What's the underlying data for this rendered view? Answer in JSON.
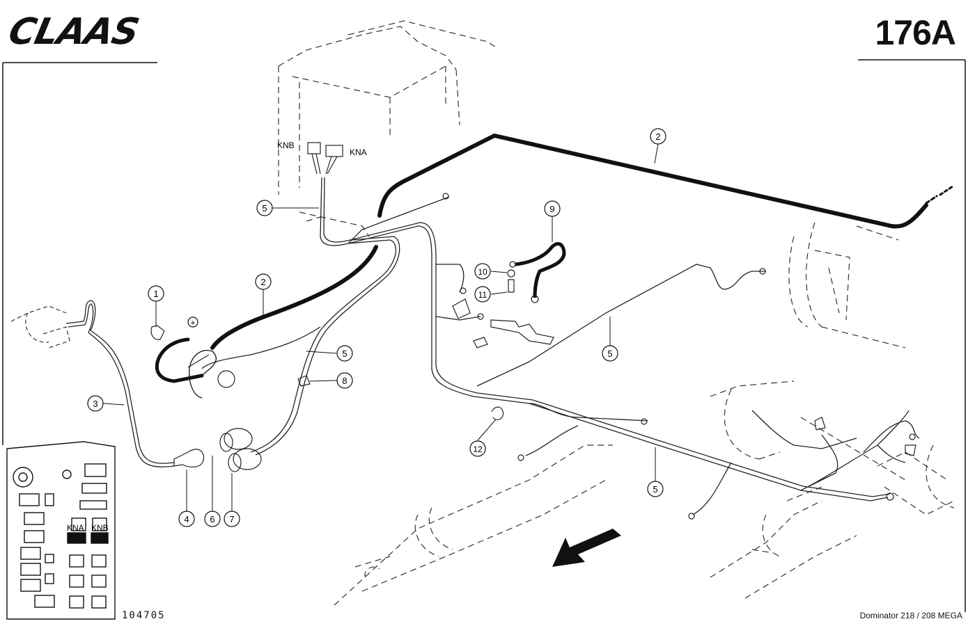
{
  "header": {
    "logo": "CLAAS",
    "plate_number": "176A"
  },
  "footer": {
    "drawing_number": "104705",
    "model": "Dominator 218 / 208 MEGA"
  },
  "labels": {
    "connector_b": "KNB",
    "connector_a": "KNA",
    "plus_symbol": "+",
    "fuse_box_a": "KNA",
    "fuse_box_b": "KNB"
  },
  "callouts": [
    {
      "id": "callout-1",
      "number": "1"
    },
    {
      "id": "callout-2-upper",
      "number": "2"
    },
    {
      "id": "callout-2-lower",
      "number": "2"
    },
    {
      "id": "callout-3",
      "number": "3"
    },
    {
      "id": "callout-4",
      "number": "4"
    },
    {
      "id": "callout-5-top",
      "number": "5"
    },
    {
      "id": "callout-5-mid",
      "number": "5"
    },
    {
      "id": "callout-5-right",
      "number": "5"
    },
    {
      "id": "callout-5-bottom",
      "number": "5"
    },
    {
      "id": "callout-6",
      "number": "6"
    },
    {
      "id": "callout-7",
      "number": "7"
    },
    {
      "id": "callout-8",
      "number": "8"
    },
    {
      "id": "callout-9",
      "number": "9"
    },
    {
      "id": "callout-10",
      "number": "10"
    },
    {
      "id": "callout-11",
      "number": "11"
    },
    {
      "id": "callout-12",
      "number": "12"
    }
  ]
}
